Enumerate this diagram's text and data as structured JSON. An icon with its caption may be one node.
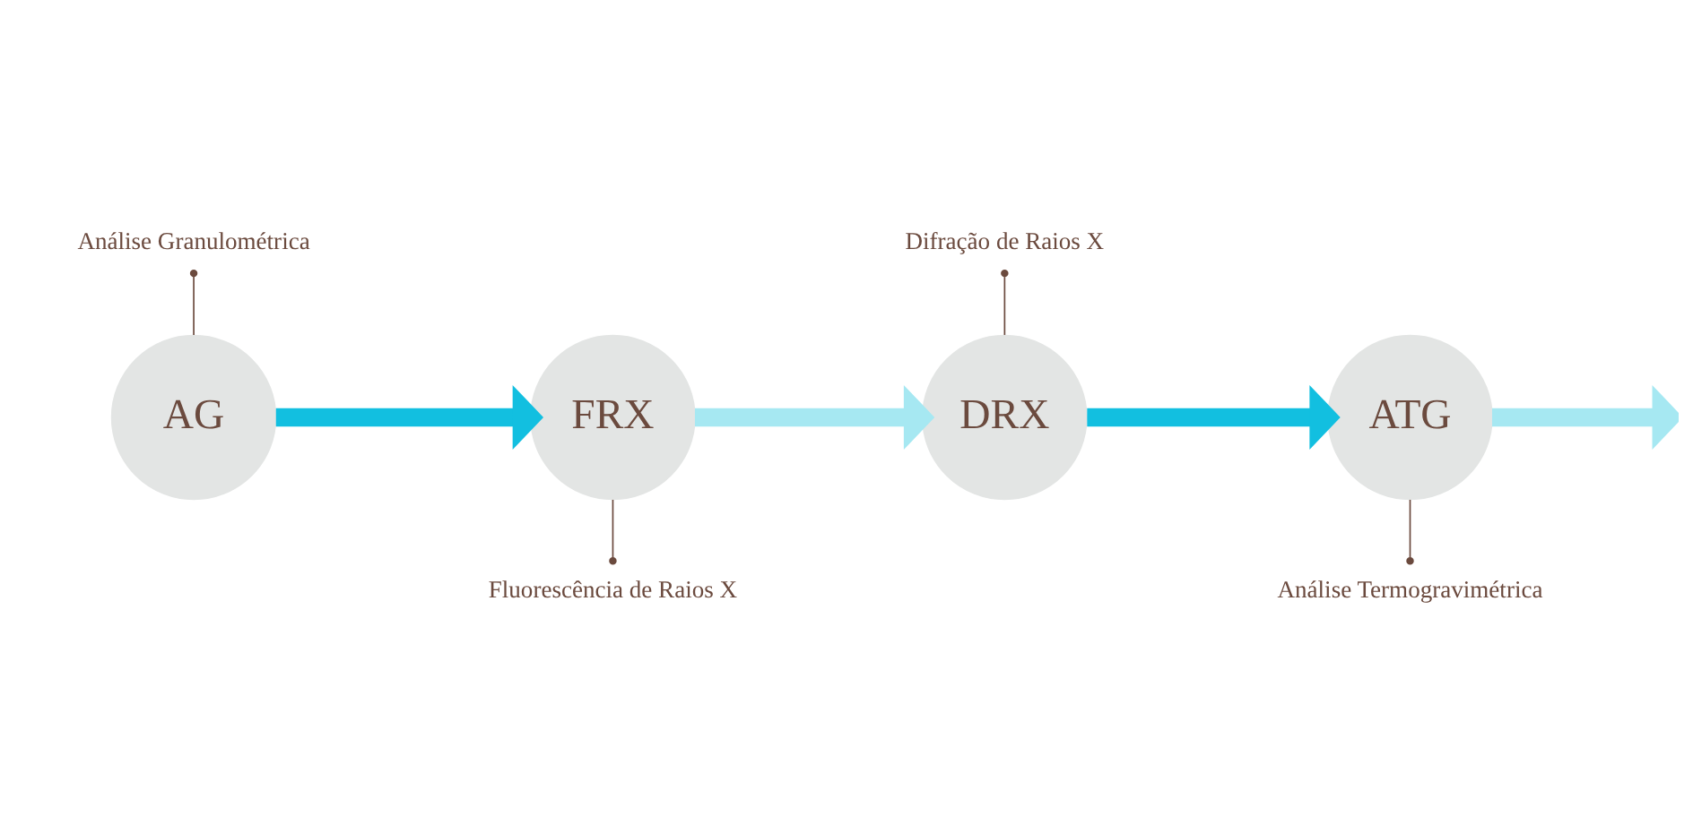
{
  "diagram": {
    "nodes": [
      {
        "text": [
          "AG"
        ]
      },
      {
        "text": [
          "FRX"
        ]
      },
      {
        "text": [
          "DRX"
        ]
      },
      {
        "text": [
          "ATG"
        ]
      },
      {
        "text": [
          "Análise Granulométrica"
        ]
      },
      {
        "text": [
          "Fluorescência de Raios X"
        ]
      },
      {
        "text": [
          "Difração de Raios X"
        ]
      },
      {
        "text": [
          "Análise Termogravimétrica"
        ]
      }
    ],
    "edges": [
      {
        "from": 0,
        "to": 1,
        "arrow": "to",
        "style": "thick",
        "color": "#12bfe0"
      },
      {
        "from": 1,
        "to": 2,
        "arrow": "to",
        "style": "thick",
        "color": "#a6e8f2"
      },
      {
        "from": 2,
        "to": 3,
        "arrow": "to",
        "style": "thick",
        "color": "#12bfe0"
      },
      {
        "from": 3,
        "to": null,
        "arrow": "to",
        "style": "thick",
        "color": "#a6e8f2"
      },
      {
        "from": 4,
        "to": 0,
        "arrow": "other"
      },
      {
        "from": 1,
        "to": 5,
        "arrow": "other"
      },
      {
        "from": 6,
        "to": 2,
        "arrow": "other"
      },
      {
        "from": 3,
        "to": 7,
        "arrow": "other"
      }
    ]
  }
}
